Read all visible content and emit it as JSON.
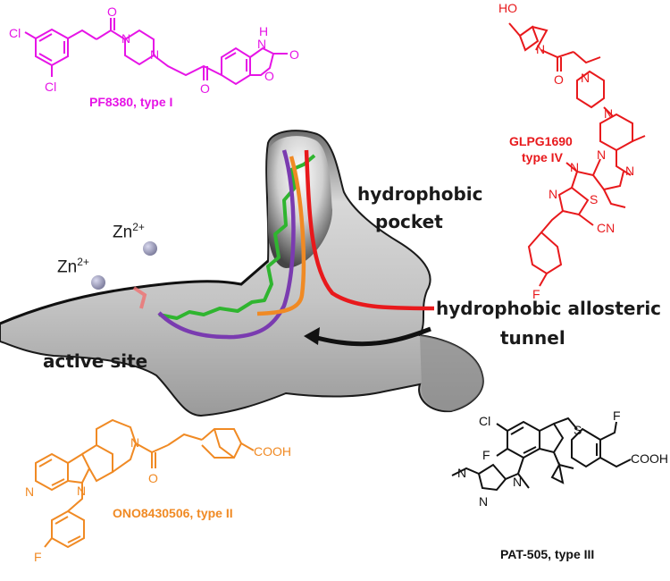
{
  "colors": {
    "type_i": "#e614e6",
    "type_ii": "#f08a24",
    "type_iii": "#111111",
    "type_iv": "#e8191c",
    "ligand_green": "#2fb52f",
    "path_purple": "#7a3bb0",
    "zinc": "#9a9ab8"
  },
  "labels": {
    "hydrophobic_pocket_line1": "hydrophobic",
    "hydrophobic_pocket_line2": "pocket",
    "allosteric_line1": "hydrophobic allosteric",
    "allosteric_line2": "tunnel",
    "active_site": "active site",
    "zn_1": "Zn",
    "zn_2": "Zn",
    "zn_charge": "2+"
  },
  "compounds": {
    "pf8380": "PF8380, type I",
    "glpg1690_name": "GLPG1690",
    "glpg1690_type": "type IV",
    "ono8430506": "ONO8430506, type II",
    "pat505": "PAT-505,  type III"
  },
  "atoms": {
    "cl": "Cl",
    "o": "O",
    "n": "N",
    "h": "H",
    "s": "S",
    "f": "F",
    "ho": "HO",
    "cn": "CN",
    "cooh": "COOH"
  }
}
